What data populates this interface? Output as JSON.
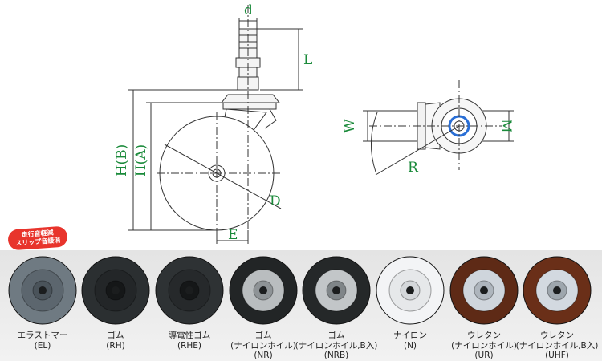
{
  "dimension_labels": {
    "d": "d",
    "L": "L",
    "HB": "H(B)",
    "HA": "H(A)",
    "D": "D",
    "E": "E",
    "W": "W",
    "M": "M",
    "R": "R"
  },
  "badge": {
    "line1": "走行音軽減",
    "line2": "スリップ音緩消"
  },
  "wheels": [
    {
      "name": "エラストマー",
      "sub": "",
      "code": "(EL)",
      "tire": "#6f7a82",
      "hub": "#5c666e",
      "center": "#4a535a",
      "icon": "wheel-elastomer-icon"
    },
    {
      "name": "ゴム",
      "sub": "",
      "code": "(RH)",
      "tire": "#2b2f31",
      "hub": "#232628",
      "center": "#151718",
      "icon": "wheel-rubber-icon"
    },
    {
      "name": "導電性ゴム",
      "sub": "",
      "code": "(RHE)",
      "tire": "#2e3234",
      "hub": "#26292b",
      "center": "#151718",
      "icon": "wheel-conductive-rubber-icon"
    },
    {
      "name": "ゴム",
      "sub": "(ナイロンホイル)",
      "code": "(NR)",
      "tire": "#222526",
      "hub": "#b9bdbf",
      "center": "#8e9396",
      "icon": "wheel-rubber-nylon-icon"
    },
    {
      "name": "ゴム",
      "sub": "(ナイロンホイル,B入)",
      "code": "(NRB)",
      "tire": "#252829",
      "hub": "#c2c6c8",
      "center": "#7f8588",
      "icon": "wheel-rubber-nylon-bearing-icon"
    },
    {
      "name": "ナイロン",
      "sub": "",
      "code": "(N)",
      "tire": "#f3f4f6",
      "hub": "#e6e8ea",
      "center": "#d4d7da",
      "icon": "wheel-nylon-icon"
    },
    {
      "name": "ウレタン",
      "sub": "(ナイロンホイル)",
      "code": "(UR)",
      "tire": "#5e2a16",
      "hub": "#cfd5dc",
      "center": "#aeb5bd",
      "icon": "wheel-urethane-nylon-icon"
    },
    {
      "name": "ウレタン",
      "sub": "(ナイロンホイル,B入)",
      "code": "(UHF)",
      "tire": "#6a2f18",
      "hub": "#d3d9e0",
      "center": "#9ea6ad",
      "icon": "wheel-urethane-nylon-bearing-icon"
    }
  ],
  "colors": {
    "dimension_text": "#1a8a3a",
    "line": "#333333",
    "badge": "#e8342c",
    "accent_blue": "#2a6fd6"
  }
}
